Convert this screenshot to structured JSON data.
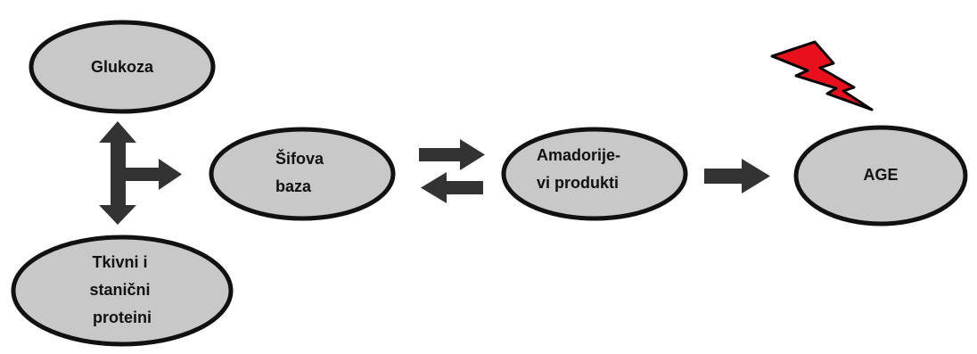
{
  "diagram": {
    "nodes": {
      "glukoza": {
        "lines": [
          "Glukoza"
        ]
      },
      "proteini": {
        "lines": [
          "Tkivni i",
          "stanični",
          "proteini"
        ]
      },
      "sifova": {
        "lines": [
          "Šifova",
          "baza"
        ]
      },
      "amadori": {
        "lines": [
          "Amadorije-",
          "vi produkti"
        ]
      },
      "age": {
        "lines": [
          "AGE"
        ]
      }
    },
    "colors": {
      "node_fill": "#c8c8c8",
      "node_stroke": "#111111",
      "arrow": "#333333",
      "bolt_fill": "#e8101c",
      "bolt_stroke": "#000000"
    },
    "icons": [
      "lightning-bolt-icon"
    ]
  }
}
